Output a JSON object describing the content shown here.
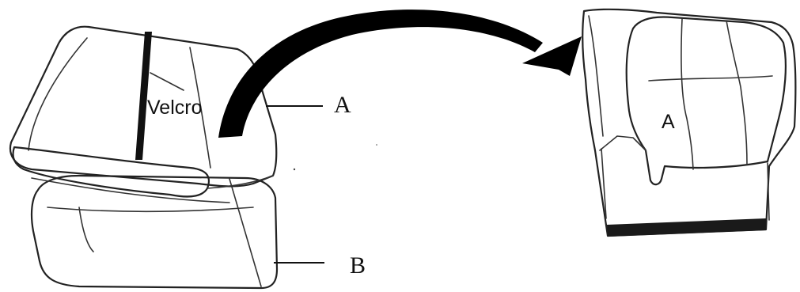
{
  "diagram": {
    "labels": {
      "velcro": "Velcro",
      "part_a_left": "A",
      "part_b_left": "B",
      "part_a_right": "A"
    },
    "colors": {
      "ink": "#222222",
      "strap": "#111111",
      "arrow": "#000000",
      "background": "#ffffff"
    }
  }
}
